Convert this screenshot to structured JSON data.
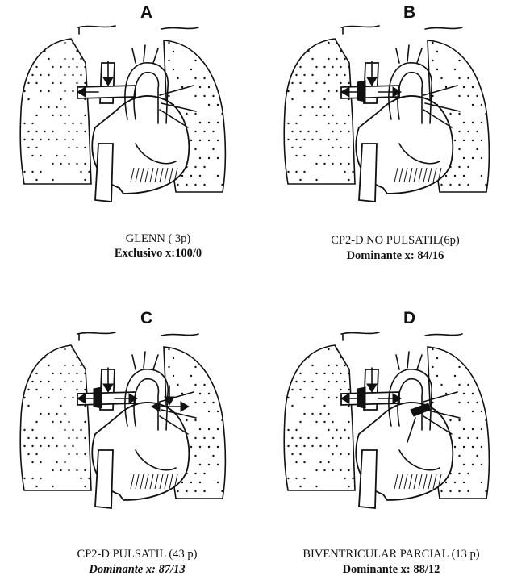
{
  "panels": [
    {
      "letter": "A",
      "caption": "GLENN  ( 3p)",
      "detail": "Exclusivo x:100/0"
    },
    {
      "letter": "B",
      "caption": "CP2-D NO PULSATIL(6p)",
      "detail": "Dominante  x:  84/16"
    },
    {
      "letter": "C",
      "caption": "CP2-D PULSATIL (43 p)",
      "detail": "Dominante x: 87/13"
    },
    {
      "letter": "D",
      "caption": "BIVENTRICULAR PARCIAL (13 p)",
      "detail": "Dominante x: 88/12"
    }
  ]
}
